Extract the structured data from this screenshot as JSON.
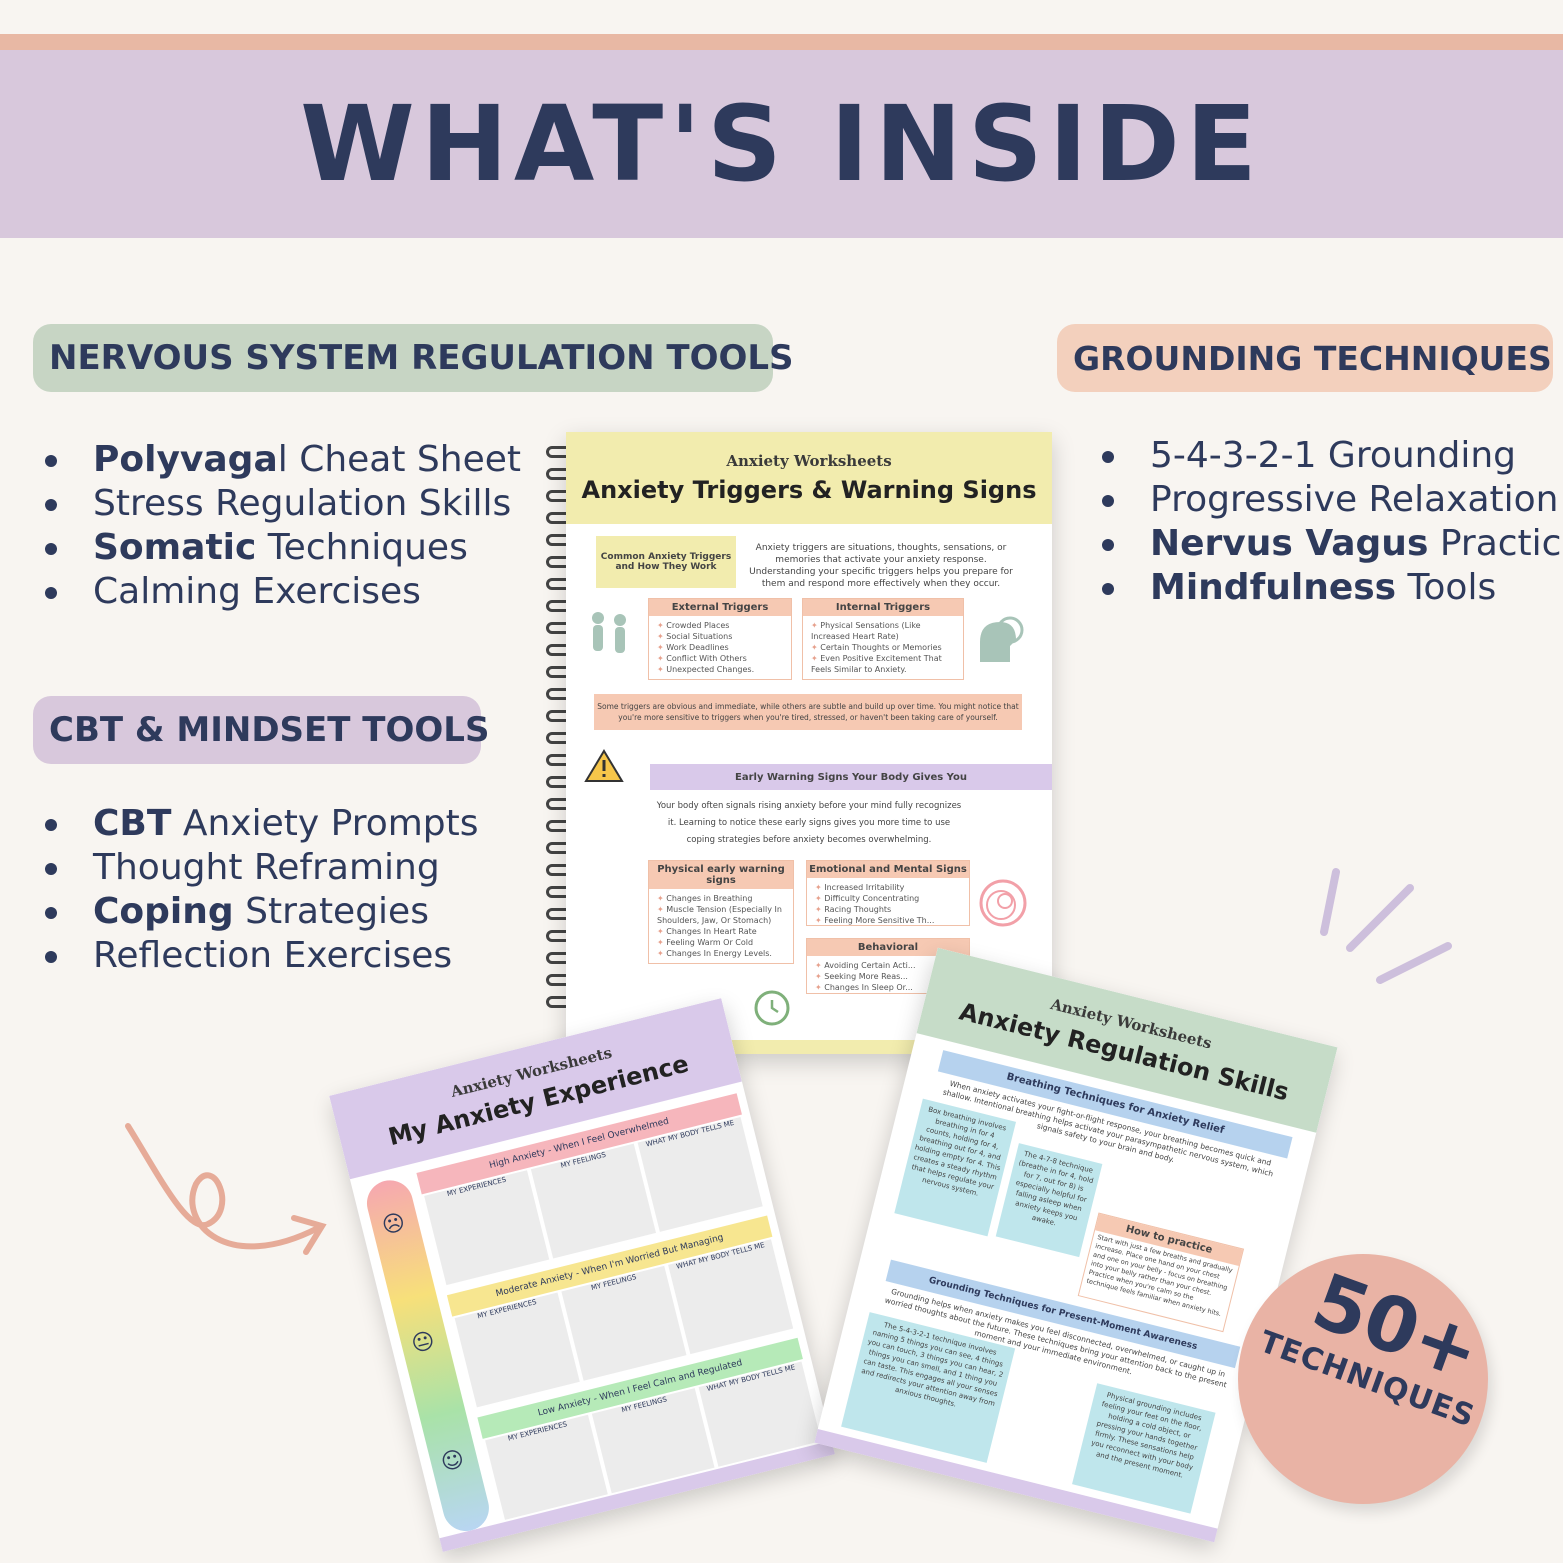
{
  "banner": {
    "title": "WHAT'S INSIDE"
  },
  "sections": {
    "nervous": {
      "heading": "NERVOUS SYSTEM REGULATION TOOLS",
      "items": [
        {
          "bold": "Polyvaga",
          "rest": "l Cheat Sheet"
        },
        {
          "bold": "",
          "rest": "Stress Regulation Skills"
        },
        {
          "bold": "Somatic",
          "rest": " Techniques"
        },
        {
          "bold": "",
          "rest": "Calming Exercises"
        }
      ]
    },
    "cbt": {
      "heading": "CBT & MINDSET TOOLS",
      "items": [
        {
          "bold": "CBT",
          "rest": " Anxiety Prompts"
        },
        {
          "bold": "",
          "rest": "Thought Reframing"
        },
        {
          "bold": "Coping",
          "rest": " Strategies"
        },
        {
          "bold": "",
          "rest": "Reflection Exercises"
        }
      ]
    },
    "grounding": {
      "heading": "GROUNDING TECHNIQUES",
      "items": [
        {
          "bold": "",
          "rest": "5-4-3-2-1 Grounding"
        },
        {
          "bold": "",
          "rest": "Progressive Relaxation"
        },
        {
          "bold": "Nervus Vagus",
          "rest": " Practices"
        },
        {
          "bold": "Mindfulness",
          "rest": "  Tools"
        }
      ]
    }
  },
  "worksheets": {
    "triggers": {
      "series": "Anxiety Worksheets",
      "title": "Anxiety Triggers & Warning Signs",
      "intro_label": "Common Anxiety Triggers and How They Work",
      "intro_text": "Anxiety triggers are situations, thoughts, sensations, or memories that activate your anxiety response. Understanding your specific triggers helps you prepare for them and respond more effectively when they occur.",
      "external_title": "External Triggers",
      "external_items": [
        "Crowded Places",
        "Social Situations",
        "Work Deadlines",
        "Conflict With Others",
        "Unexpected Changes."
      ],
      "internal_title": "Internal Triggers",
      "internal_items": [
        "Physical Sensations (Like Increased Heart Rate)",
        "Certain Thoughts or Memories",
        "Even Positive Excitement That Feels Similar to Anxiety."
      ],
      "note": "Some triggers are obvious and immediate, while others are subtle and build up over time. You might notice that you're more sensitive to triggers when you're tired, stressed, or haven't been taking care of yourself.",
      "warning_title": "Early Warning Signs Your Body Gives You",
      "warning_text": "Your body often signals rising anxiety before your mind fully recognizes it. Learning to notice these early signs gives you more time to use coping strategies before anxiety becomes overwhelming.",
      "physical_title": "Physical early warning signs",
      "physical_items": [
        "Changes in Breathing",
        "Muscle Tension (Especially In Shoulders, Jaw, Or Stomach)",
        "Changes In Heart Rate",
        "Feeling Warm Or Cold",
        "Changes In Energy Levels."
      ],
      "emotional_title": "Emotional and Mental Signs",
      "emotional_items": [
        "Increased Irritability",
        "Difficulty Concentrating",
        "Racing Thoughts",
        "Feeling More Sensitive Th..."
      ],
      "behavioral_title": "Behavioral",
      "behavioral_items": [
        "Avoiding Certain Acti...",
        "Seeking More Reas...",
        "Changes In Sleep Or..."
      ]
    },
    "experience": {
      "series": "Anxiety Worksheets",
      "title": "My Anxiety Experience",
      "high_label": "High Anxiety - When I Feel Overwhelmed",
      "moderate_label": "Moderate Anxiety - When I'm Worried But Managing",
      "low_label": "Low Anxiety - When I Feel Calm and Regulated",
      "col1": "MY EXPERIENCES",
      "col2": "MY FEELINGS",
      "col3": "WHAT MY BODY TELLS ME"
    },
    "regulation": {
      "series": "Anxiety Worksheets",
      "title": "Anxiety Regulation Skills",
      "breathing_title": "Breathing Techniques for Anxiety Relief",
      "breathing_text": "When anxiety activates your fight-or-flight response, your breathing becomes quick and shallow. Intentional breathing helps activate your parasympathetic nervous system, which signals safety to your brain and body.",
      "box_text": "Box breathing involves breathing in for 4 counts, holding for 4, breathing out for 4, and holding empty for 4. This creates a steady rhythm that helps regulate your nervous system.",
      "four78_text": "The 4-7-8 technique (breathe in for 4, hold for 7, out for 8) is especially helpful for falling asleep when anxiety keeps you awake.",
      "howto_title": "How to practice",
      "howto_text": "Start with just a few breaths and gradually increase. Place one hand on your chest and one on your belly - focus on breathing into your belly rather than your chest. Practice when you're calm so the technique feels familiar when anxiety hits.",
      "grounding_title": "Grounding Techniques for Present-Moment Awareness",
      "grounding_text": "Grounding helps when anxiety makes you feel disconnected, overwhelmed, or caught up in worried thoughts about the future. These techniques bring your attention back to the present moment and your immediate environment.",
      "fivefour_text": "The 5-4-3-2-1 technique involves naming 5 things you can see, 4 things you can touch, 3 things you can hear, 2 things you can smell, and 1 thing you can taste. This engages all your senses and redirects your attention away from anxious thoughts.",
      "physical_text": "Physical grounding includes feeling your feet on the floor, holding a cold object, or pressing your hands together firmly. These sensations help you reconnect with your body and the present moment."
    }
  },
  "badge": {
    "number": "50+",
    "label": "TECHNIQUES"
  },
  "colors": {
    "navy": "#2e3a5c",
    "lilac": "#d8c8dc",
    "sage": "#c7d5c4",
    "peach": "#f3d0bd",
    "stripe": "#e8b8a4",
    "badge": "#e9b3a5"
  }
}
